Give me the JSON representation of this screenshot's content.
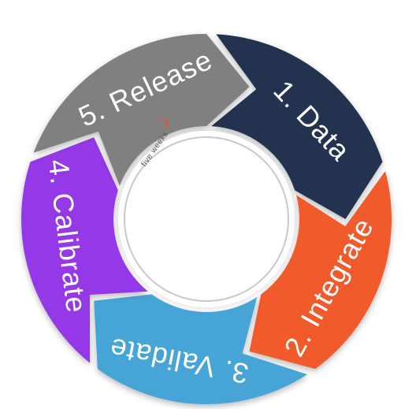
{
  "logo": {
    "text": "five weeks",
    "accent_color": "#e2542a"
  },
  "center": {
    "fill": "#ffffff",
    "ring_color": "#c9c9c9"
  },
  "steps": [
    {
      "label": "1. Data",
      "color": "#223250"
    },
    {
      "label": "2. Integrate",
      "color": "#f15a2b"
    },
    {
      "label": "3. Validate",
      "color": "#46a4d6"
    },
    {
      "label": "4. Calibrate",
      "color": "#9438e8"
    },
    {
      "label": "5. Release",
      "color": "#808080"
    }
  ]
}
